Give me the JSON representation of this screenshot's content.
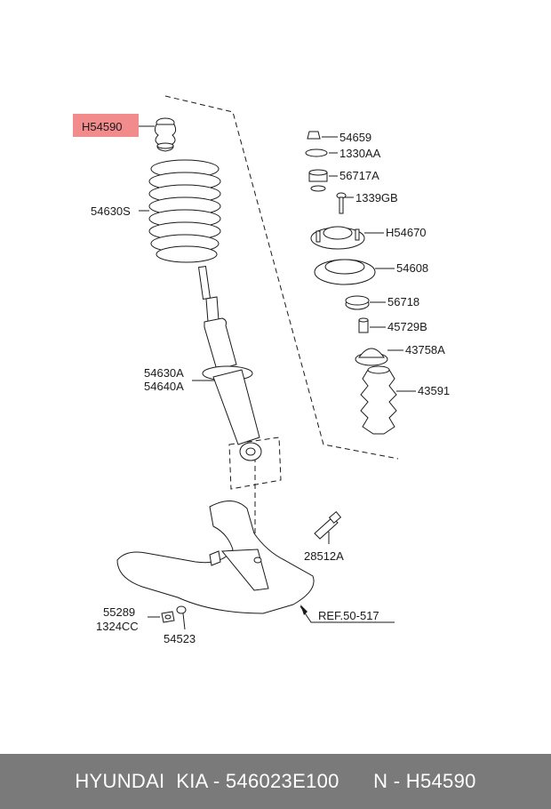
{
  "diagram": {
    "labels": {
      "h54590": "H54590",
      "p54630s": "54630S",
      "p54630a": "54630A",
      "p54640a": "54640A",
      "p54659": "54659",
      "p1330aa": "1330AA",
      "p56717a": "56717A",
      "p1339gb": "1339GB",
      "h54670": "H54670",
      "p54608": "54608",
      "p56718": "56718",
      "p45729b": "45729B",
      "p43758a": "43758A",
      "p43591": "43591",
      "p28512a": "28512A",
      "p55289": "55289",
      "p1324cc": "1324CC",
      "p54523": "54523",
      "ref": "REF.50-517"
    },
    "highlight_color": "#f28b8b"
  },
  "footer": {
    "text": "HYUNDAI  KIA - 546023E100      N - H54590"
  }
}
